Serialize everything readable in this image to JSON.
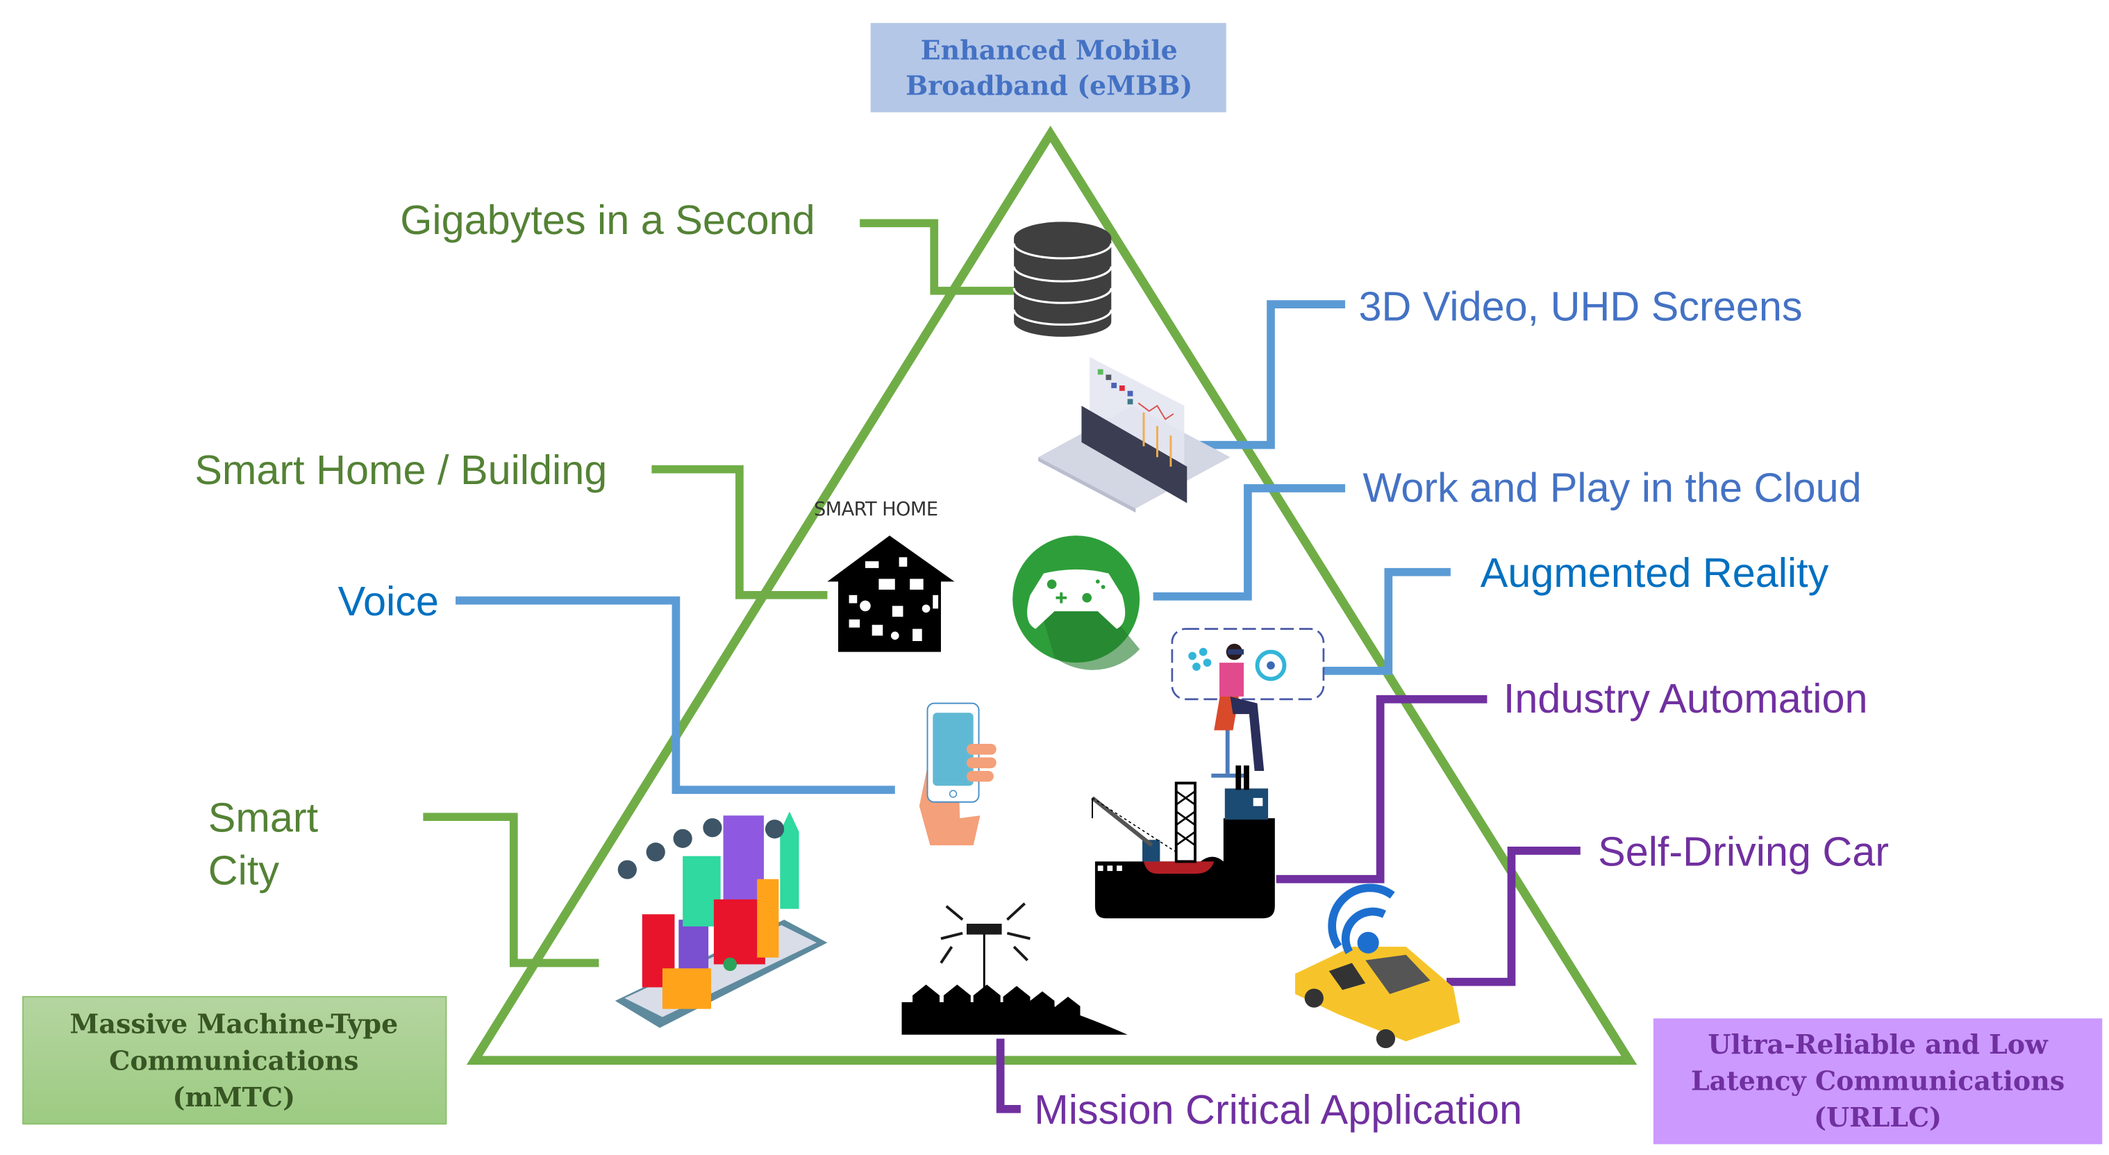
{
  "colors": {
    "triangle": "#70ad47",
    "green_line": "#70ad47",
    "green_text": "#548235",
    "blue_line": "#5b9bd5",
    "blue_text": "#4472c4",
    "voice_blue_text": "#0070c0",
    "purple_line": "#7030a0",
    "purple_text": "#7030a0",
    "embb_box_fill": "#b4c7e7",
    "embb_box_text": "#4472c4",
    "mmtc_box_fill": "#a9d18e",
    "mmtc_box_text": "#375623",
    "urllc_box_fill": "#cc99ff",
    "urllc_box_text": "#7030a0"
  },
  "corners": {
    "embb": {
      "line1": "Enhanced Mobile",
      "line2": "Broadband (eMBB)"
    },
    "mmtc": {
      "line1": "Massive Machine-Type",
      "line2": "Communications",
      "line3": "(mMTC)"
    },
    "urllc": {
      "line1": "Ultra-Reliable and Low",
      "line2": "Latency Communications",
      "line3": "(URLLC)"
    }
  },
  "labels": {
    "gigabytes": "Gigabytes in a Second",
    "video_3d": "3D Video, UHD  Screens",
    "smart_home_building": "Smart Home / Building",
    "work_play_cloud": "Work and Play in the Cloud",
    "augmented_reality": "Augmented Reality",
    "voice": "Voice",
    "industry_automation": "Industry Automation",
    "smart_city_line1": "Smart",
    "smart_city_line2": "City",
    "self_driving_car": "Self-Driving Car",
    "mission_critical": "Mission Critical Application"
  },
  "icons": {
    "smart_home_caption": "SMART HOME",
    "database": "database-icon",
    "hologram_screen": "hologram-display-icon",
    "smart_home": "smart-home-house-icon",
    "gamepad": "game-controller-icon",
    "vr_user": "vr-headset-user-icon",
    "smartphone": "hand-holding-phone-icon",
    "ship": "industrial-ship-icon",
    "siren": "siren-tower-icon",
    "smart_city": "smart-city-icon",
    "car": "connected-car-icon"
  }
}
